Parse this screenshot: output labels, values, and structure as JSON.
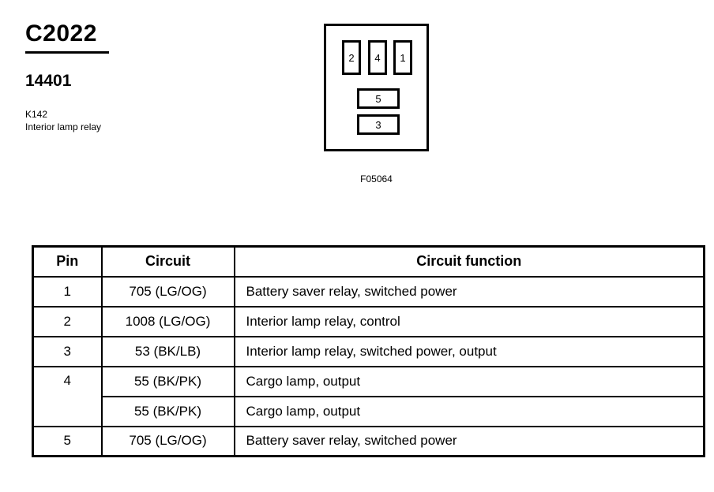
{
  "header": {
    "connector_id": "C2022",
    "part_number": "14401",
    "component_code": "K142",
    "component_description": "Interior lamp relay"
  },
  "diagram": {
    "caption": "F05064",
    "vertical_pins": [
      "2",
      "4",
      "1"
    ],
    "horizontal_pins": [
      "5",
      "3"
    ]
  },
  "table": {
    "headers": {
      "pin": "Pin",
      "circuit": "Circuit",
      "function": "Circuit function"
    },
    "rows": [
      {
        "pin": "1",
        "circuit": "705 (LG/OG)",
        "function": "Battery saver relay, switched power"
      },
      {
        "pin": "2",
        "circuit": "1008 (LG/OG)",
        "function": "Interior lamp relay, control"
      },
      {
        "pin": "3",
        "circuit": "53 (BK/LB)",
        "function": "Interior lamp relay, switched power, output"
      },
      {
        "pin": "4",
        "circuit": "55 (BK/PK)",
        "function": "Cargo lamp, output"
      },
      {
        "pin": "",
        "circuit": "55 (BK/PK)",
        "function": "Cargo lamp, output"
      },
      {
        "pin": "5",
        "circuit": "705 (LG/OG)",
        "function": "Battery saver relay, switched power"
      }
    ]
  },
  "colors": {
    "ink": "#000000",
    "page": "#ffffff"
  }
}
